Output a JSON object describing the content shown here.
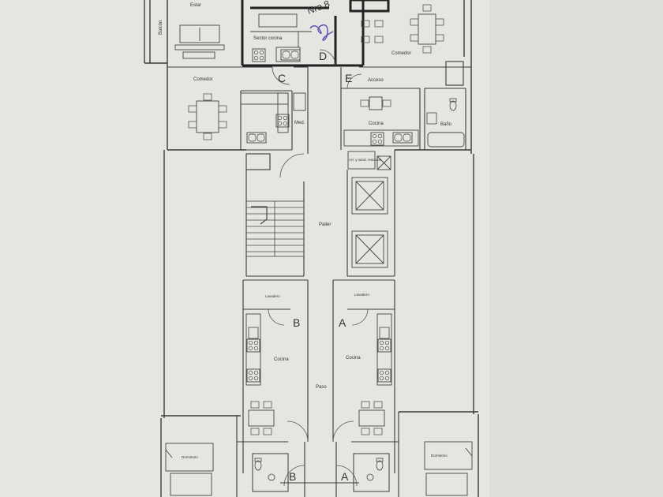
{
  "rooms": {
    "balcon": "Balcón",
    "estar": "Estar",
    "sector_cocina": "Sector cocina",
    "comedor_top_right": "Comedor",
    "comedor_left": "Comedor",
    "acceso": "Acceso",
    "med": "Med.",
    "cocina_e": "Cocina",
    "bano": "Baño",
    "art_sanit": "Art. y sand. residuos",
    "palier": "Palier",
    "lavadero_b": "Lavadero",
    "lavadero_a": "Lavadero",
    "cocina_b": "Cocina",
    "cocina_a": "Cocina",
    "paso": "Paso",
    "dormitorio_left": "Dormitorio",
    "dormitorio_right": "Dormitorio"
  },
  "unit_letters": {
    "c": "C",
    "d": "D",
    "e": "E",
    "b_upper": "B",
    "a_upper": "A",
    "b_lower": "B",
    "a_lower": "A"
  },
  "annotations": {
    "handwritten": "Nro 8"
  },
  "colors": {
    "paper": "#e4e3df",
    "line": "#3a3a3a",
    "wall": "#2a2a2a",
    "ink": "#5a4fb0"
  }
}
